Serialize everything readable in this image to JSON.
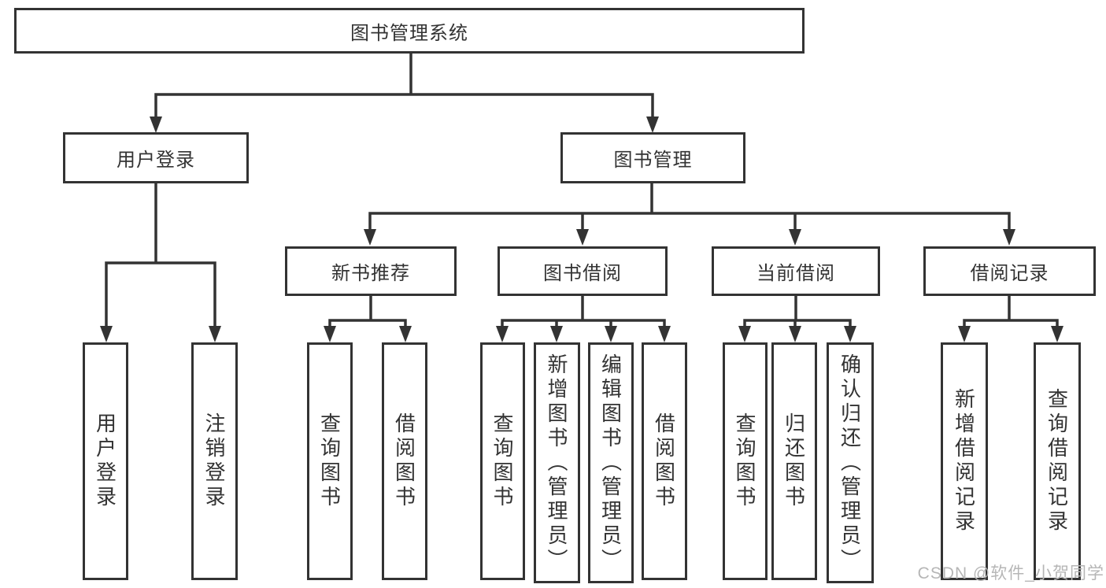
{
  "diagram_title": "图书管理系统",
  "watermark": "CSDN @软件_小贺同学",
  "colors": {
    "line": "#333333",
    "box_border": "#333333",
    "box_fill": "#ffffff",
    "text": "#333333",
    "watermark": "#b6b6b6"
  },
  "tree": {
    "root": {
      "label": "图书管理系统"
    },
    "level2": [
      {
        "label": "用户登录",
        "children": [
          {
            "label": "用户登录"
          },
          {
            "label": "注销登录"
          }
        ]
      },
      {
        "label": "图书管理",
        "children": [
          {
            "label": "新书推荐",
            "children": [
              {
                "label": "查询图书"
              },
              {
                "label": "借阅图书"
              }
            ]
          },
          {
            "label": "图书借阅",
            "children": [
              {
                "label": "查询图书"
              },
              {
                "label": "新增图书（管理员）"
              },
              {
                "label": "编辑图书（管理员）"
              },
              {
                "label": "借阅图书"
              }
            ]
          },
          {
            "label": "当前借阅",
            "children": [
              {
                "label": "查询图书"
              },
              {
                "label": "归还图书"
              },
              {
                "label": "确认归还（管理员）"
              }
            ]
          },
          {
            "label": "借阅记录",
            "children": [
              {
                "label": "新增借阅记录"
              },
              {
                "label": "查询借阅记录"
              }
            ]
          }
        ]
      }
    ]
  }
}
